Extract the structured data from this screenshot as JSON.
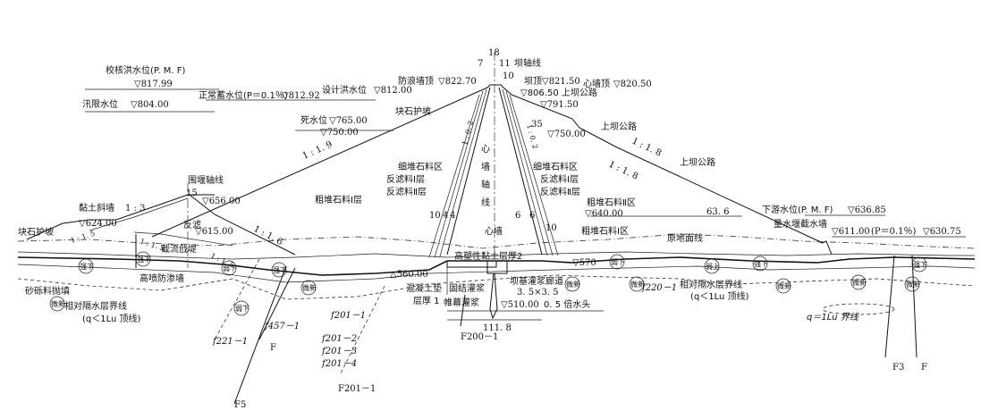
{
  "levels": {
    "check_flood": "校核洪水位(P. M. F)",
    "check_flood_el": "▽817.99",
    "flood_limit": "汛限水位",
    "flood_limit_el": "▽804.00",
    "normal_pool": "正常蓄水位(P＝0.1％)",
    "normal_pool_el": "▽812.92",
    "design_flood": "设计洪水位",
    "design_flood_el": "▽812.00",
    "dead_level": "死水位",
    "dead_level_el": "▽765.00",
    "el_750_up": "▽750.00",
    "parapet_top": "防浪墙顶",
    "parapet_top_el": "▽822.70",
    "dam_crest": "坝顶",
    "dam_crest_el": "▽821.50",
    "core_top": "心墙顶",
    "core_top_el": "▽820.50",
    "access_road_top": "▽806.50 上坝公路",
    "el_791": "▽791.50",
    "el_750_down": "▽750.00",
    "el_656": "▽656.00",
    "el_624": "▽624.00",
    "el_615": "▽615.00",
    "el_640": "▽640.00",
    "el_560": "△560.00",
    "el_570": "▽570",
    "el_510": "▽510.00",
    "tail_pmf": "下游水位(P. M. F)",
    "tail_pmf_el": "▽636.85",
    "tail_norm": "▽611.00",
    "tail_norm_p": "(P＝0.1％)",
    "tail_norm_el": "▽630.75"
  },
  "dims": {
    "d18": "18",
    "d7": "7",
    "d11": "11",
    "d10": "10",
    "d35": "35",
    "d15": "15",
    "d10a": "10",
    "d4a": "4",
    "d4b": "4",
    "d6a": "6",
    "d6b": "6",
    "d10b": "10",
    "d636": "63. 6",
    "d1118": "111. 8"
  },
  "slopes": {
    "up_19": "1 : 1. 9",
    "down_18a": "1 : 1. 8",
    "down_18b": "1 : 1. 8",
    "cof_3": "1 : 3",
    "cof_15a": "1 : 1. 5",
    "cof_15b": "1 : 1. 5",
    "cof_15c": "1 : 1. 5",
    "cof_16": "1 : 1. 6",
    "core_02a": "1 : 0. 2",
    "core_02b": "1 : 0. 2"
  },
  "labels": {
    "dam_axis": "坝轴线",
    "cofferdam_axis": "围堰轴线",
    "block_slope_up": "块石护坡",
    "block_slope_left": "块石护坡",
    "road_up": "上坝公路",
    "road_down": "上坝公路",
    "fine_rock_left": "细堆石料区",
    "filter1_left": "反滤料Ⅰ层",
    "filter2_left": "反滤料Ⅱ层",
    "coarse1_left": "粗堆石料Ⅰ层",
    "core_axis_a": "心",
    "core_axis_b": "墙",
    "core_axis_c": "轴",
    "core_axis_d": "线",
    "core_wall": "心墙",
    "fine_rock_right": "细堆石料区",
    "filter1_right": "反滤料Ⅰ层",
    "filter2_right": "反滤料Ⅱ层",
    "coarse2_right": "粗堆石料Ⅱ区",
    "coarse1_right": "粗堆石料Ⅰ区",
    "clay_inclined": "黏土斜墙",
    "filter": "反滤",
    "cutoff_dike": "截流戗堤",
    "hp_wall": "高喷防渗墙",
    "gravel": "砂砾料抛填",
    "rel_imp_left": "相对隔水层界线",
    "rel_imp_left2": "(q＜1Lu 顶线)",
    "hp_clay": "高塑性黏土层厚2",
    "concrete_pad": "混凝土垫",
    "concrete_pad2": "层厚 1",
    "consol_grout": "固结灌浆",
    "curtain_grout": "帷幕灌浆",
    "gallery": "坝基灌浆廊道",
    "gallery_size": "3. 5×3. 5",
    "head": "0. 5 倍水头",
    "orig_ground": "原地面线",
    "weir_wall": "量水堰截水墙",
    "rel_imp_right": "相对隔水层界线",
    "rel_imp_right2": "(q＜1Lu 顶线)",
    "lu_line": "q＝1Lu 界线"
  },
  "faults": {
    "f221": "f221－1",
    "f457": "f457－1",
    "F_a": "F",
    "F5": "F5",
    "f201_1": "f201－1",
    "f201_2": "f201－2",
    "f201_3": "f201－3",
    "f201_4": "f201－4",
    "F201": "F201－1",
    "F200": "F200－1",
    "f220": "f220－1",
    "F3": "F3",
    "F_b": "F"
  },
  "rock_marks": {
    "mark_a": "强下",
    "mark_b": "弱下",
    "mark_c": "强下",
    "mark_d": "微新",
    "mark_e": "弱下",
    "mark_f": "微新",
    "mark_g": "微新",
    "mark_h": "弱下",
    "mark_i": "微新",
    "mark_j": "弱上",
    "mark_k": "强下",
    "mark_l": "微新",
    "mark_m": "强下",
    "mark_n": "微新",
    "mark_o": "微新",
    "mark_p": "强下"
  }
}
